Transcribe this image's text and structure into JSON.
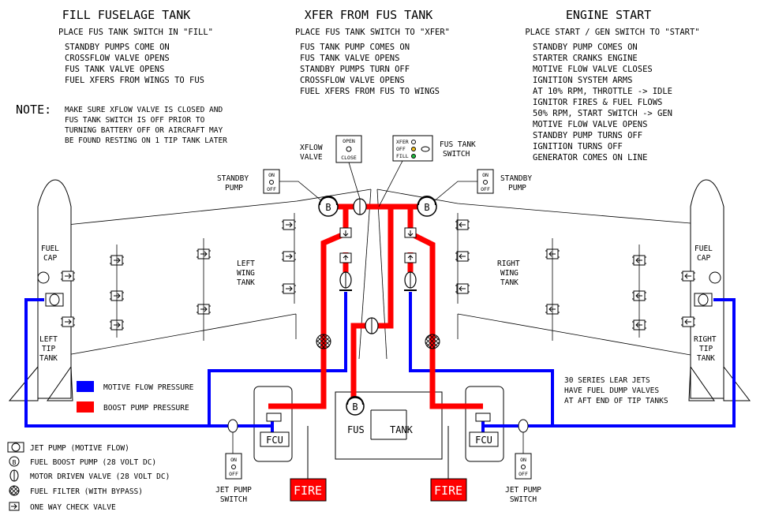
{
  "sections": {
    "fill": {
      "title": "FILL FUSELAGE TANK",
      "subtitle": "PLACE FUS TANK SWITCH IN \"FILL\"",
      "lines": [
        "STANDBY PUMPS COME ON",
        "CROSSFLOW VALVE OPENS",
        "FUS TANK VALVE OPENS",
        "FUEL XFERS FROM WINGS TO FUS"
      ]
    },
    "xfer": {
      "title": "XFER FROM FUS TANK",
      "subtitle": "PLACE FUS TANK SWITCH TO \"XFER\"",
      "lines": [
        "FUS TANK PUMP COMES ON",
        "FUS TANK VALVE OPENS",
        "STANDBY PUMPS TURN OFF",
        "CROSSFLOW VALVE OPENS",
        "FUEL XFERS FROM FUS TO WINGS"
      ]
    },
    "start": {
      "title": "ENGINE START",
      "subtitle": "PLACE START / GEN SWITCH TO \"START\"",
      "lines": [
        "STANDBY PUMP COMES ON",
        "STARTER CRANKS ENGINE",
        "MOTIVE FLOW VALVE CLOSES",
        "IGNITION SYSTEM ARMS",
        "AT 10% RPM, THROTTLE -> IDLE",
        "IGNITOR FIRES & FUEL FLOWS",
        "50% RPM, START SWITCH -> GEN",
        "MOTIVE FLOW VALVE OPENS",
        "STANDBY PUMP TURNS OFF",
        "IGNITION TURNS OFF",
        "GENERATOR COMES ON LINE"
      ]
    }
  },
  "note": {
    "label": "NOTE:",
    "lines": [
      "MAKE SURE XFLOW VALVE IS CLOSED AND",
      "FUS TANK SWITCH IS OFF PRIOR TO",
      "TURNING BATTERY OFF OR AIRCRAFT MAY",
      "BE FOUND RESTING ON 1 TIP TANK LATER"
    ]
  },
  "labels": {
    "xflow_valve": [
      "XFLOW",
      "VALVE"
    ],
    "fus_tank_switch": [
      "FUS TANK",
      "SWITCH"
    ],
    "standby_pump_left": [
      "STANDBY",
      "PUMP"
    ],
    "standby_pump_right": [
      "STANDBY",
      "PUMP"
    ],
    "fuel_cap_left": [
      "FUEL",
      "CAP"
    ],
    "fuel_cap_right": [
      "FUEL",
      "CAP"
    ],
    "left_wing_tank": [
      "LEFT",
      "WING",
      "TANK"
    ],
    "right_wing_tank": [
      "RIGHT",
      "WING",
      "TANK"
    ],
    "left_tip_tank": [
      "LEFT",
      "TIP",
      "TANK"
    ],
    "right_tip_tank": [
      "RIGHT",
      "TIP",
      "TANK"
    ],
    "fus": "FUS",
    "tank": "TANK",
    "fcu_left": "FCU",
    "fcu_right": "FCU",
    "fire_left": "FIRE",
    "fire_right": "FIRE",
    "jet_pump_switch_left": [
      "JET PUMP",
      "SWITCH"
    ],
    "jet_pump_switch_right": [
      "JET PUMP",
      "SWITCH"
    ],
    "tip_note": [
      "30 SERIES LEAR JETS",
      "HAVE FUEL DUMP VALVES",
      "AT AFT END OF TIP TANKS"
    ]
  },
  "switches": {
    "xflow": {
      "top": "OPEN",
      "bottom": "CLOSE"
    },
    "fus_tank": {
      "xfer": "XFER",
      "off": "OFF",
      "fill": "FILL"
    },
    "standby_left": {
      "top": "ON",
      "bottom": "OFF"
    },
    "standby_right": {
      "top": "ON",
      "bottom": "OFF"
    },
    "jet_pump_left": {
      "top": "ON",
      "bottom": "OFF"
    },
    "jet_pump_right": {
      "top": "ON",
      "bottom": "OFF"
    }
  },
  "pump_letter": "B",
  "legend": [
    {
      "key": "motive",
      "label": "MOTIVE FLOW PRESSURE",
      "color": "#0000ff"
    },
    {
      "key": "boost",
      "label": "BOOST PUMP PRESSURE",
      "color": "#ff0000"
    }
  ],
  "symbol_key": [
    {
      "icon": "jet-pump-icon",
      "label": "JET PUMP  (MOTIVE FLOW)"
    },
    {
      "icon": "boost-pump-icon",
      "label": "FUEL BOOST PUMP    (28 VOLT DC)"
    },
    {
      "icon": "motor-valve-icon",
      "label": "MOTOR DRIVEN VALVE (28 VOLT DC)"
    },
    {
      "icon": "fuel-filter-icon",
      "label": "FUEL FILTER (WITH BYPASS)"
    },
    {
      "icon": "check-valve-icon",
      "label": "ONE WAY CHECK VALVE"
    }
  ],
  "colors": {
    "motive": "#0000ff",
    "boost": "#ff0000",
    "led_yellow": "#f0c020",
    "led_green": "#20c040"
  }
}
